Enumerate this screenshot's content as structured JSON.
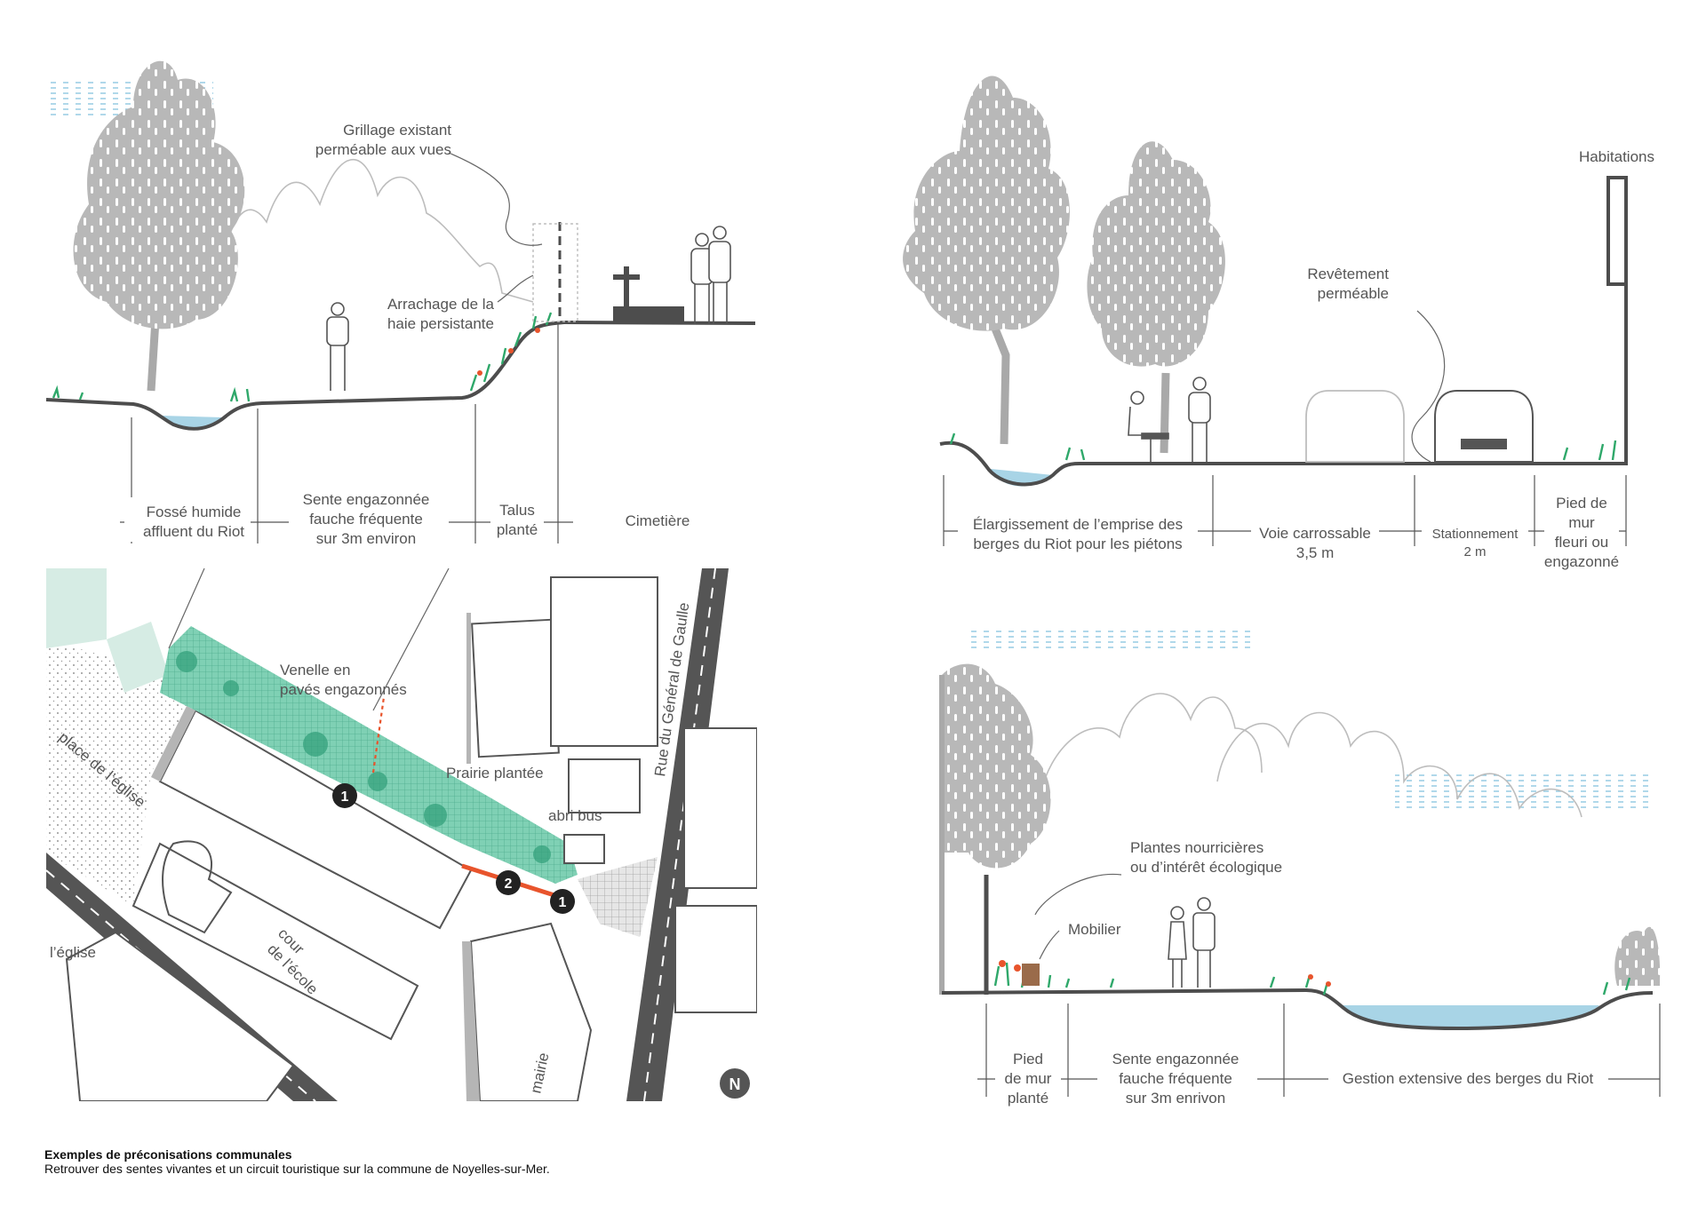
{
  "section_1": {
    "labels": {
      "grillage": [
        "Grillage existant",
        "perméable aux vues"
      ],
      "arrachage": [
        "Arrachage de la",
        "haie persistante"
      ],
      "fosse": [
        "Fossé humide",
        "affluent du Riot"
      ],
      "sente": [
        "Sente engazonnée",
        "fauche fréquente",
        "sur 3m environ"
      ],
      "talus": [
        "Talus",
        "planté"
      ],
      "cimetiere": "Cimetière"
    }
  },
  "section_2": {
    "labels": {
      "habitations": "Habitations",
      "revetement": [
        "Revêtement",
        "perméable"
      ],
      "elargissement": [
        "Élargissement de l’emprise des",
        "berges du Riot pour les piétons"
      ],
      "voie": [
        "Voie carrossable",
        "3,5 m"
      ],
      "stationnement": [
        "Stationnement",
        "2 m"
      ],
      "pied": [
        "Pied de",
        "mur",
        "fleuri ou",
        "engazonné"
      ]
    }
  },
  "plan": {
    "labels": {
      "venelle": [
        "Venelle en",
        "pavés engazonnés"
      ],
      "prairie": "Prairie plantée",
      "abri_bus": "abri bus",
      "place": "place de l’église",
      "rue": "Rue du Général de Gaulle",
      "eglise": "l’église",
      "cour": [
        "cour",
        "de l’école"
      ],
      "mairie": "mairie",
      "north": "N"
    },
    "markers": [
      "1",
      "2",
      "1"
    ]
  },
  "section_3": {
    "labels": {
      "plantes": [
        "Plantes nourricières",
        "ou d’intérêt écologique"
      ],
      "mobilier": "Mobilier",
      "pied": [
        "Pied",
        "de mur",
        "planté"
      ],
      "sente": [
        "Sente engazonnée",
        "fauche fréquente",
        "sur 3m enrivon"
      ],
      "gestion": "Gestion extensive des berges du Riot"
    }
  },
  "caption": {
    "title": "Exemples de préconisations communales",
    "subtitle": "Retrouver des sentes vivantes et un circuit touristique sur la commune de Noyelles-sur-Mer."
  },
  "colors": {
    "ground": "#4d4d4d",
    "tree": "#a9a9a9",
    "water": "#a8d4e6",
    "green": "#2fa86a",
    "meadow": "#6ccaa9",
    "red": "#e8542c",
    "building_shade": "#b5b5b5"
  }
}
